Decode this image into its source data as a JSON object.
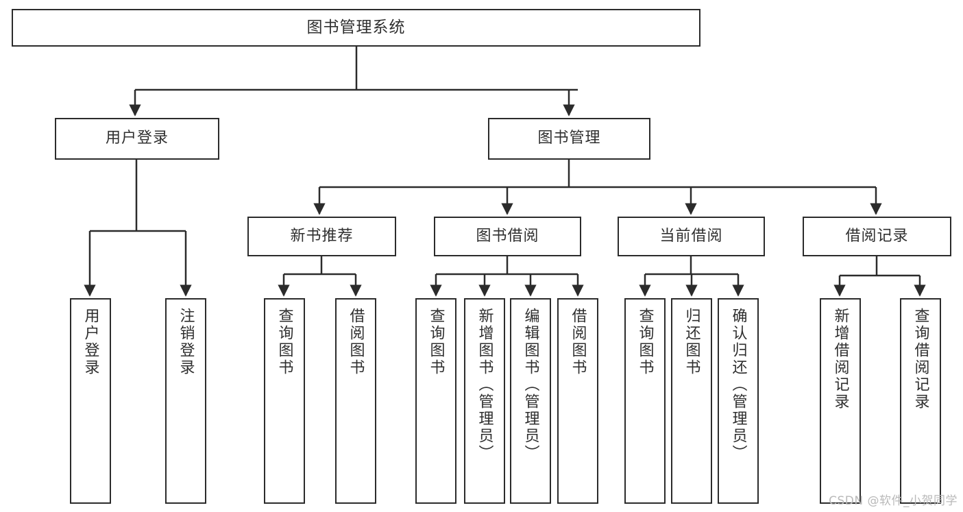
{
  "diagram": {
    "type": "tree",
    "title": "图书管理系统",
    "watermark": "CSDN @软件_小贺同学",
    "levels": {
      "root": {
        "label": "图书管理系统"
      },
      "level2": [
        {
          "label": "用户登录"
        },
        {
          "label": "图书管理"
        }
      ],
      "level3": [
        {
          "label": "新书推荐"
        },
        {
          "label": "图书借阅"
        },
        {
          "label": "当前借阅"
        },
        {
          "label": "借阅记录"
        }
      ],
      "leaves": {
        "user_login": [
          {
            "label": "用户登录"
          },
          {
            "label": "注销登录"
          }
        ],
        "new_book_recommend": [
          {
            "label": "查询图书"
          },
          {
            "label": "借阅图书"
          }
        ],
        "book_borrow": [
          {
            "label": "查询图书"
          },
          {
            "label": "新增图书（管理员）"
          },
          {
            "label": "编辑图书（管理员）"
          },
          {
            "label": "借阅图书"
          }
        ],
        "current_borrow": [
          {
            "label": "查询图书"
          },
          {
            "label": "归还图书"
          },
          {
            "label": "确认归还（管理员）"
          }
        ],
        "borrow_record": [
          {
            "label": "新增借阅记录"
          },
          {
            "label": "查询借阅记录"
          }
        ]
      }
    },
    "colors": {
      "stroke": "#2b2b2b",
      "text": "#2f2f2f",
      "background": "#ffffff",
      "watermark": "#b9b9b9"
    }
  }
}
